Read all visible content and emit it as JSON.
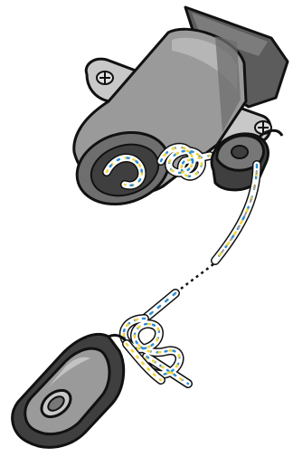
{
  "illustration": {
    "subject": "rope-pulley-rigging",
    "parts": [
      "mast-pole",
      "cylindrical-fitting",
      "mounting-plate",
      "screw-heads",
      "top-pulley-block",
      "rope",
      "bottom-pulley-block",
      "knots"
    ],
    "colors": {
      "outline": "#111111",
      "pole": "#5c5c5c",
      "pole_highlight": "#8a8a8a",
      "fitting": "#9a9a9a",
      "fitting_dark": "#6e6e6e",
      "plate": "#c8c8c8",
      "block": "#777777",
      "block_dark": "#3f3f3f",
      "rope": "#ffffff",
      "rope_fleck_blue": "#2b8fd9",
      "rope_fleck_yellow": "#f0d23a",
      "rope_fleck_grey": "#9a9a9a"
    }
  }
}
